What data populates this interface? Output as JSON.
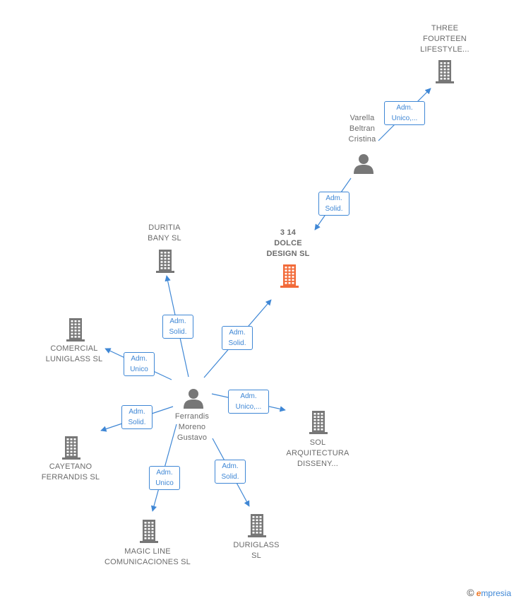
{
  "colors": {
    "edge": "#3f87d5",
    "building": "#777777",
    "focus_building": "#f26b3a",
    "person": "#777777"
  },
  "nodes": [
    {
      "id": "three_fourteen",
      "type": "company",
      "label": "THREE\nFOURTEEN\nLIFESTYLE..."
    },
    {
      "id": "varella",
      "type": "person",
      "label": "Varella\nBeltran\nCristina"
    },
    {
      "id": "dolce",
      "type": "company",
      "focus": true,
      "label": "3 14\nDOLCE\nDESIGN SL"
    },
    {
      "id": "duritia",
      "type": "company",
      "label": "DURITIA\nBANY SL"
    },
    {
      "id": "comercial",
      "type": "company",
      "label": "COMERCIAL\nLUNIGLASS SL"
    },
    {
      "id": "ferrandis",
      "type": "person",
      "label": "Ferrandis\nMoreno\nGustavo"
    },
    {
      "id": "sol",
      "type": "company",
      "label": "SOL\nARQUITECTURA\nDISSENY..."
    },
    {
      "id": "cayetano",
      "type": "company",
      "label": "CAYETANO\nFERRANDIS SL"
    },
    {
      "id": "magic",
      "type": "company",
      "label": "MAGIC LINE\nCOMUNICACIONES SL"
    },
    {
      "id": "duriglass",
      "type": "company",
      "label": "DURIGLASS\nSL"
    }
  ],
  "edges": [
    {
      "from": "varella",
      "to": "three_fourteen",
      "label": "Adm.\nUnico,..."
    },
    {
      "from": "varella",
      "to": "dolce",
      "label": "Adm.\nSolid."
    },
    {
      "from": "ferrandis",
      "to": "dolce",
      "label": "Adm.\nSolid."
    },
    {
      "from": "ferrandis",
      "to": "duritia",
      "label": "Adm.\nSolid."
    },
    {
      "from": "ferrandis",
      "to": "comercial",
      "label": "Adm.\nUnico"
    },
    {
      "from": "ferrandis",
      "to": "sol",
      "label": "Adm.\nUnico,..."
    },
    {
      "from": "ferrandis",
      "to": "cayetano",
      "label": "Adm.\nSolid."
    },
    {
      "from": "ferrandis",
      "to": "magic",
      "label": "Adm.\nUnico"
    },
    {
      "from": "ferrandis",
      "to": "duriglass",
      "label": "Adm.\nSolid."
    }
  ],
  "brand": {
    "copyright": "©",
    "initial": "e",
    "rest": "mpresia"
  }
}
